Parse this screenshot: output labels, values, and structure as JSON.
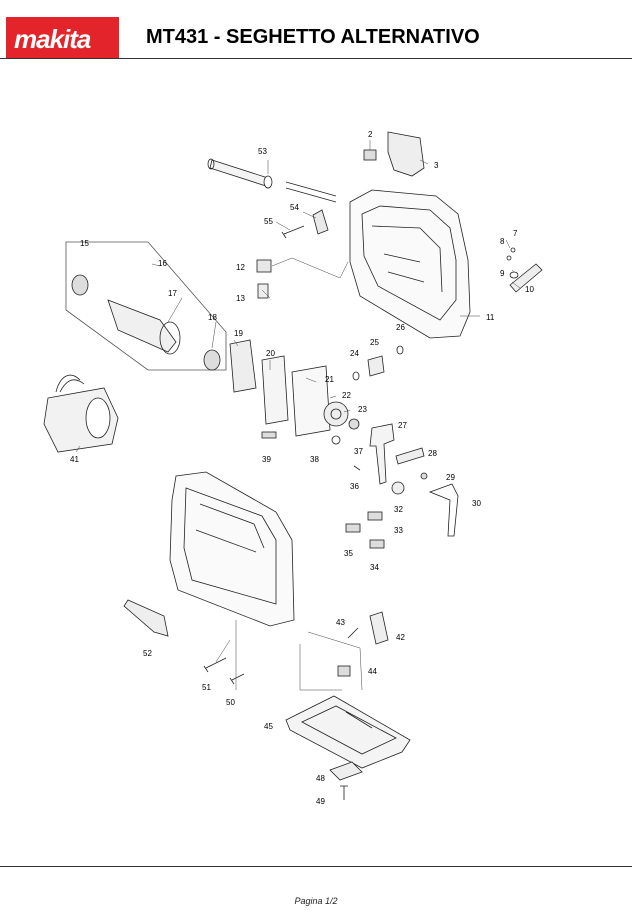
{
  "header": {
    "brand": "makita",
    "title": "MT431 - SEGHETTO ALTERNATIVO"
  },
  "diagram": {
    "part_numbers": [
      "2",
      "3",
      "7",
      "8",
      "9",
      "10",
      "11",
      "12",
      "13",
      "15",
      "16",
      "17",
      "18",
      "19",
      "20",
      "21",
      "22",
      "23",
      "24",
      "25",
      "26",
      "27",
      "28",
      "29",
      "30",
      "32",
      "33",
      "34",
      "35",
      "36",
      "37",
      "38",
      "39",
      "41",
      "42",
      "43",
      "44",
      "45",
      "48",
      "49",
      "50",
      "51",
      "52",
      "53",
      "54",
      "55"
    ]
  },
  "footer": {
    "page_label": "Pagina 1/2"
  }
}
